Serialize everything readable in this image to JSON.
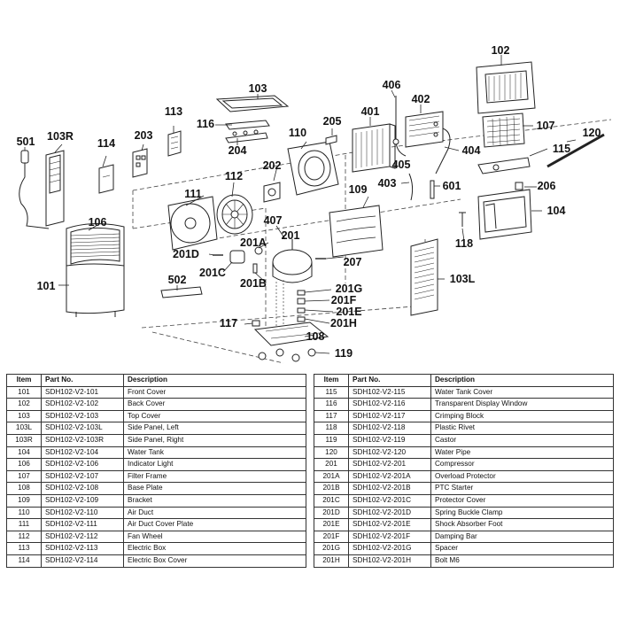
{
  "diagram": {
    "labels": [
      {
        "id": "101",
        "text": "101"
      },
      {
        "id": "102",
        "text": "102"
      },
      {
        "id": "103",
        "text": "103"
      },
      {
        "id": "103L",
        "text": "103L"
      },
      {
        "id": "103R",
        "text": "103R"
      },
      {
        "id": "104",
        "text": "104"
      },
      {
        "id": "106",
        "text": "106"
      },
      {
        "id": "107",
        "text": "107"
      },
      {
        "id": "108",
        "text": "108"
      },
      {
        "id": "109",
        "text": "109"
      },
      {
        "id": "110",
        "text": "110"
      },
      {
        "id": "111",
        "text": "111"
      },
      {
        "id": "112",
        "text": "112"
      },
      {
        "id": "113",
        "text": "113"
      },
      {
        "id": "114",
        "text": "114"
      },
      {
        "id": "115",
        "text": "115"
      },
      {
        "id": "116",
        "text": "116"
      },
      {
        "id": "117",
        "text": "117"
      },
      {
        "id": "118",
        "text": "118"
      },
      {
        "id": "119",
        "text": "119"
      },
      {
        "id": "120",
        "text": "120"
      },
      {
        "id": "201",
        "text": "201"
      },
      {
        "id": "201A",
        "text": "201A"
      },
      {
        "id": "201B",
        "text": "201B"
      },
      {
        "id": "201C",
        "text": "201C"
      },
      {
        "id": "201D",
        "text": "201D"
      },
      {
        "id": "201E",
        "text": "201E"
      },
      {
        "id": "201F",
        "text": "201F"
      },
      {
        "id": "201G",
        "text": "201G"
      },
      {
        "id": "201H",
        "text": "201H"
      },
      {
        "id": "202",
        "text": "202"
      },
      {
        "id": "203",
        "text": "203"
      },
      {
        "id": "204",
        "text": "204"
      },
      {
        "id": "205",
        "text": "205"
      },
      {
        "id": "206",
        "text": "206"
      },
      {
        "id": "207",
        "text": "207"
      },
      {
        "id": "401",
        "text": "401"
      },
      {
        "id": "402",
        "text": "402"
      },
      {
        "id": "403",
        "text": "403"
      },
      {
        "id": "404",
        "text": "404"
      },
      {
        "id": "405",
        "text": "405"
      },
      {
        "id": "406",
        "text": "406"
      },
      {
        "id": "407",
        "text": "407"
      },
      {
        "id": "501",
        "text": "501"
      },
      {
        "id": "502",
        "text": "502"
      },
      {
        "id": "601",
        "text": "601"
      }
    ]
  },
  "parts_table": {
    "headers": {
      "item": "Item",
      "part_no": "Part No.",
      "description": "Description"
    },
    "left": [
      {
        "item": "101",
        "part_no": "SDH102-V2-101",
        "description": "Front Cover"
      },
      {
        "item": "102",
        "part_no": "SDH102-V2-102",
        "description": "Back Cover"
      },
      {
        "item": "103",
        "part_no": "SDH102-V2-103",
        "description": "Top Cover"
      },
      {
        "item": "103L",
        "part_no": "SDH102-V2-103L",
        "description": "Side Panel, Left"
      },
      {
        "item": "103R",
        "part_no": "SDH102-V2-103R",
        "description": "Side Panel, Right"
      },
      {
        "item": "104",
        "part_no": "SDH102-V2-104",
        "description": "Water Tank"
      },
      {
        "item": "106",
        "part_no": "SDH102-V2-106",
        "description": "Indicator Light"
      },
      {
        "item": "107",
        "part_no": "SDH102-V2-107",
        "description": "Filter Frame"
      },
      {
        "item": "108",
        "part_no": "SDH102-V2-108",
        "description": "Base Plate"
      },
      {
        "item": "109",
        "part_no": "SDH102-V2-109",
        "description": "Bracket"
      },
      {
        "item": "110",
        "part_no": "SDH102-V2-110",
        "description": "Air Duct"
      },
      {
        "item": "111",
        "part_no": "SDH102-V2-111",
        "description": "Air Duct Cover Plate"
      },
      {
        "item": "112",
        "part_no": "SDH102-V2-112",
        "description": "Fan Wheel"
      },
      {
        "item": "113",
        "part_no": "SDH102-V2-113",
        "description": "Electric Box"
      },
      {
        "item": "114",
        "part_no": "SDH102-V2-114",
        "description": "Electric Box Cover"
      }
    ],
    "right": [
      {
        "item": "115",
        "part_no": "SDH102-V2-115",
        "description": "Water Tank Cover"
      },
      {
        "item": "116",
        "part_no": "SDH102-V2-116",
        "description": "Transparent Display Window"
      },
      {
        "item": "117",
        "part_no": "SDH102-V2-117",
        "description": "Crimping Block"
      },
      {
        "item": "118",
        "part_no": "SDH102-V2-118",
        "description": "Plastic Rivet"
      },
      {
        "item": "119",
        "part_no": "SDH102-V2-119",
        "description": "Castor"
      },
      {
        "item": "120",
        "part_no": "SDH102-V2-120",
        "description": "Water Pipe"
      },
      {
        "item": "201",
        "part_no": "SDH102-V2-201",
        "description": "Compressor"
      },
      {
        "item": "201A",
        "part_no": "SDH102-V2-201A",
        "description": "Overload Protector"
      },
      {
        "item": "201B",
        "part_no": "SDH102-V2-201B",
        "description": "PTC Starter"
      },
      {
        "item": "201C",
        "part_no": "SDH102-V2-201C",
        "description": "Protector Cover"
      },
      {
        "item": "201D",
        "part_no": "SDH102-V2-201D",
        "description": "Spring Buckle Clamp"
      },
      {
        "item": "201E",
        "part_no": "SDH102-V2-201E",
        "description": "Shock Absorber Foot"
      },
      {
        "item": "201F",
        "part_no": "SDH102-V2-201F",
        "description": "Damping Bar"
      },
      {
        "item": "201G",
        "part_no": "SDH102-V2-201G",
        "description": "Spacer"
      },
      {
        "item": "201H",
        "part_no": "SDH102-V2-201H",
        "description": "Bolt M6"
      }
    ]
  }
}
